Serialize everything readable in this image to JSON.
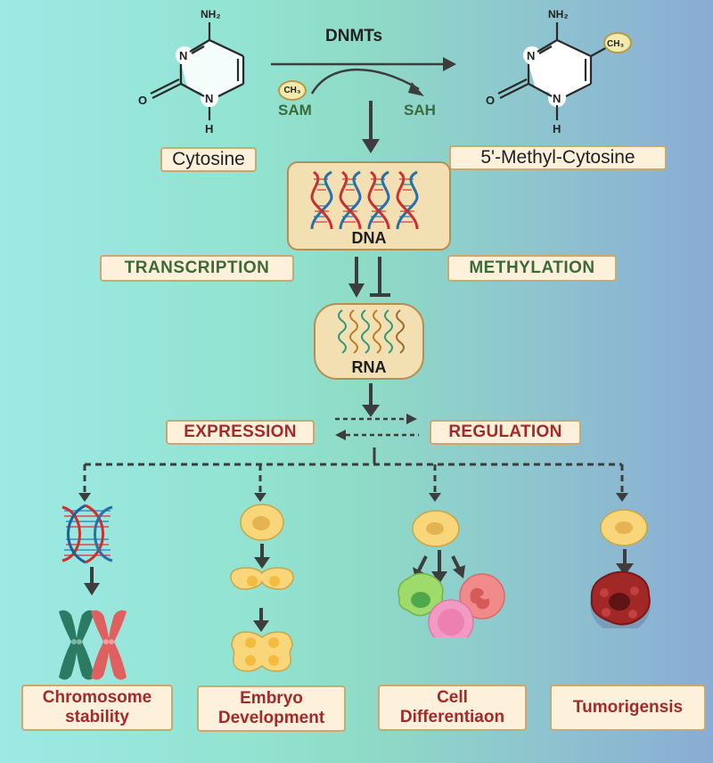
{
  "reaction": {
    "enzyme": "DNMTs",
    "donor": "SAM",
    "product_byproduct": "SAH",
    "methyl_group": "CH3",
    "substrate_label": "Cytosine",
    "product_label": "5'-Methyl-Cytosine",
    "atoms": {
      "amine": "NH2",
      "nitrogen": "N",
      "oxygen": "O",
      "hydrogen": "H"
    }
  },
  "central": {
    "dna_label": "DNA",
    "rna_label": "RNA",
    "left_process": "TRANSCRIPTION",
    "right_process": "METHYLATION"
  },
  "regulation": {
    "left": "EXPRESSION",
    "right": "REGULATION"
  },
  "outcomes": [
    {
      "line1": "Chromosome",
      "line2": "stability",
      "icon": "chromosome-icon"
    },
    {
      "line1": "Embryo",
      "line2": "Development",
      "icon": "embryo-icon"
    },
    {
      "line1": "Cell",
      "line2": "Differentiaon",
      "icon": "cell-differentiation-icon"
    },
    {
      "line1": "Tumorigensis",
      "line2": "",
      "icon": "tumor-cell-icon"
    }
  ],
  "colors": {
    "label_green": "#3c6b3a",
    "label_red": "#a32a2a",
    "box_fill": "#fdf1dc",
    "box_border": "#c9a872",
    "arrow": "#3d3d3d"
  }
}
